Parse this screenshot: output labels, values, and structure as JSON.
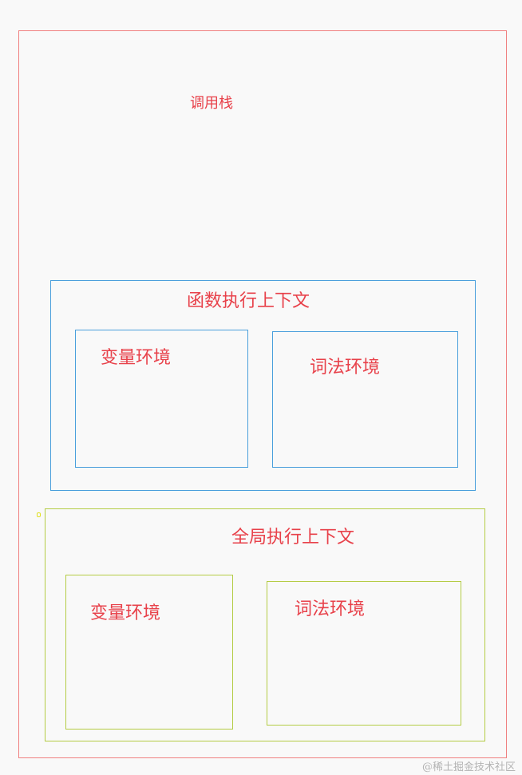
{
  "colors": {
    "label_text": "#e8414a",
    "call_stack_border": "#f08080",
    "function_context_border": "#4a9fdc",
    "global_context_border": "#b4cc44"
  },
  "call_stack": {
    "label": "调用栈"
  },
  "function_context": {
    "label": "函数执行上下文",
    "variable_environment": {
      "label": "变量环境"
    },
    "lexical_environment": {
      "label": "词法环境"
    }
  },
  "global_context": {
    "label": "全局执行上下文",
    "variable_environment": {
      "label": "变量环境"
    },
    "lexical_environment": {
      "label": "词法环境"
    }
  },
  "watermark": "@稀土掘金技术社区"
}
